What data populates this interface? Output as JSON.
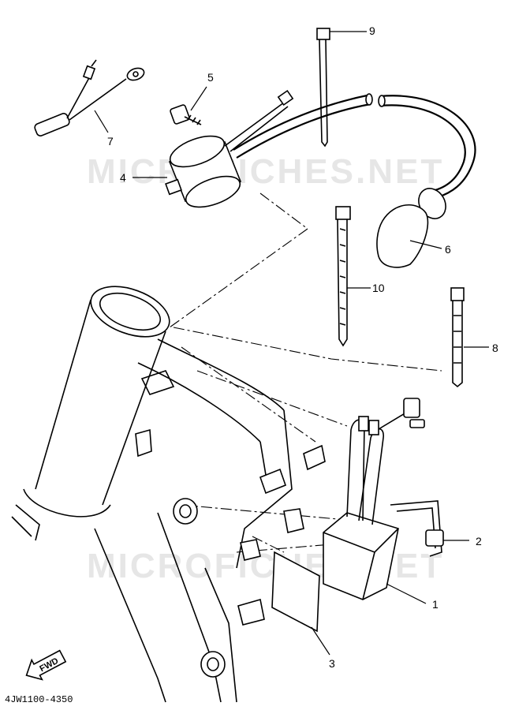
{
  "diagram": {
    "part_labels": [
      "1",
      "2",
      "3",
      "4",
      "5",
      "6",
      "7",
      "8",
      "9",
      "10"
    ],
    "part_code": "4JW1100-4350",
    "fwd_arrow_label": "FWD",
    "watermark_text": "MICROFICHES.NET",
    "colors": {
      "ink": "#000000",
      "paper": "#ffffff",
      "watermark": "#e6e6e6"
    }
  }
}
